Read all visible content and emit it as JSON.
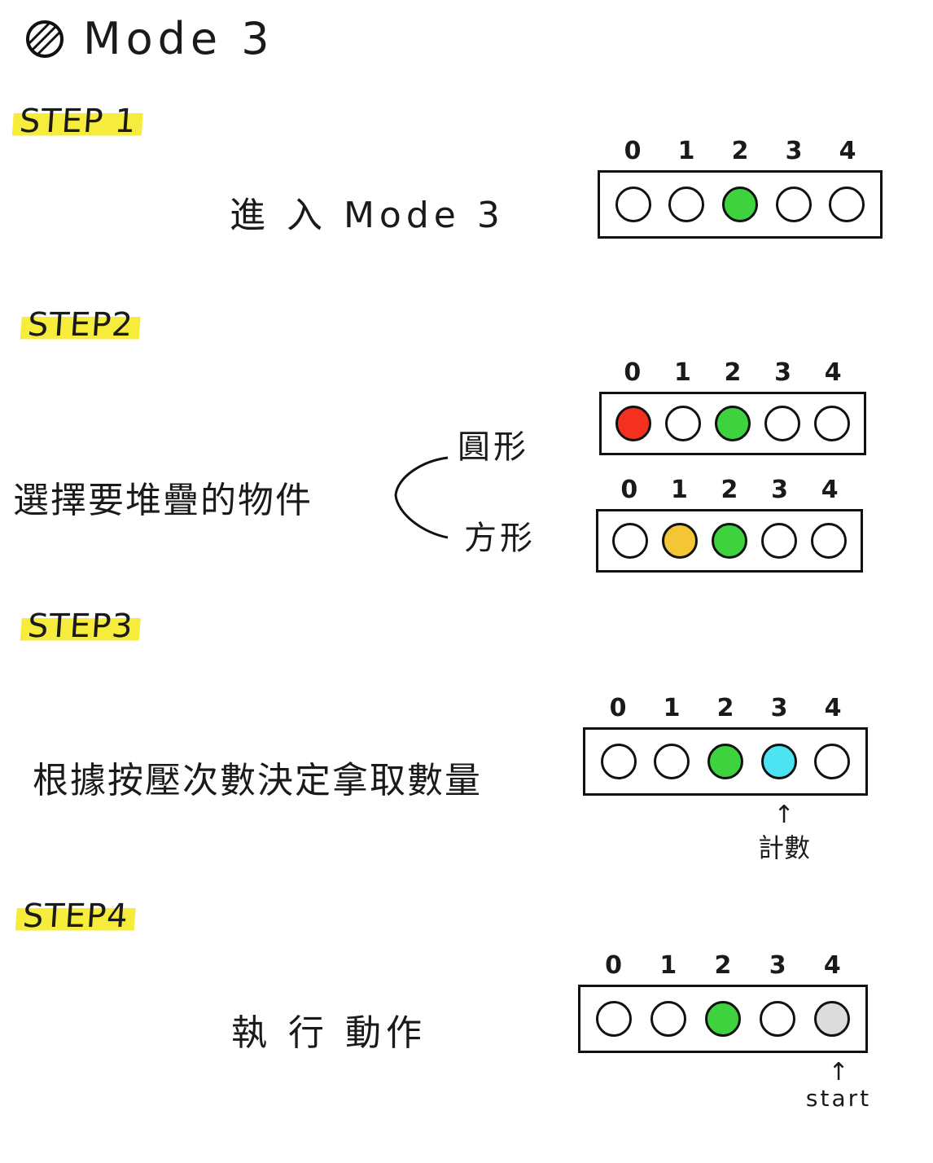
{
  "title": "Mode 3",
  "colors": {
    "off": "#ffffff",
    "green": "#3fd23f",
    "red": "#f4301f",
    "orange": "#f4c534",
    "cyan": "#4ce3f2",
    "gray": "#dcdcdc",
    "highlight": "#f6ec3c"
  },
  "steps": [
    {
      "label": "STEP 1",
      "description": "進 入 Mode 3",
      "panels": [
        {
          "indices": [
            "0",
            "1",
            "2",
            "3",
            "4"
          ],
          "leds": [
            "off",
            "off",
            "green",
            "off",
            "off"
          ]
        }
      ]
    },
    {
      "label": "STEP2",
      "description": "選擇要堆疊的物件",
      "branches": [
        "圓形",
        "方形"
      ],
      "panels": [
        {
          "indices": [
            "0",
            "1",
            "2",
            "3",
            "4"
          ],
          "leds": [
            "red",
            "off",
            "green",
            "off",
            "off"
          ]
        },
        {
          "indices": [
            "0",
            "1",
            "2",
            "3",
            "4"
          ],
          "leds": [
            "off",
            "orange",
            "green",
            "off",
            "off"
          ]
        }
      ]
    },
    {
      "label": "STEP3",
      "description": "根據按壓次數決定拿取數量",
      "panels": [
        {
          "indices": [
            "0",
            "1",
            "2",
            "3",
            "4"
          ],
          "leds": [
            "off",
            "off",
            "green",
            "cyan",
            "off"
          ]
        }
      ],
      "annotation": {
        "arrow": "↑",
        "text": "計數"
      }
    },
    {
      "label": "STEP4",
      "description": "執 行 動作",
      "panels": [
        {
          "indices": [
            "0",
            "1",
            "2",
            "3",
            "4"
          ],
          "leds": [
            "off",
            "off",
            "green",
            "off",
            "gray"
          ]
        }
      ],
      "annotation": {
        "arrow": "↑",
        "text": "start"
      }
    }
  ]
}
